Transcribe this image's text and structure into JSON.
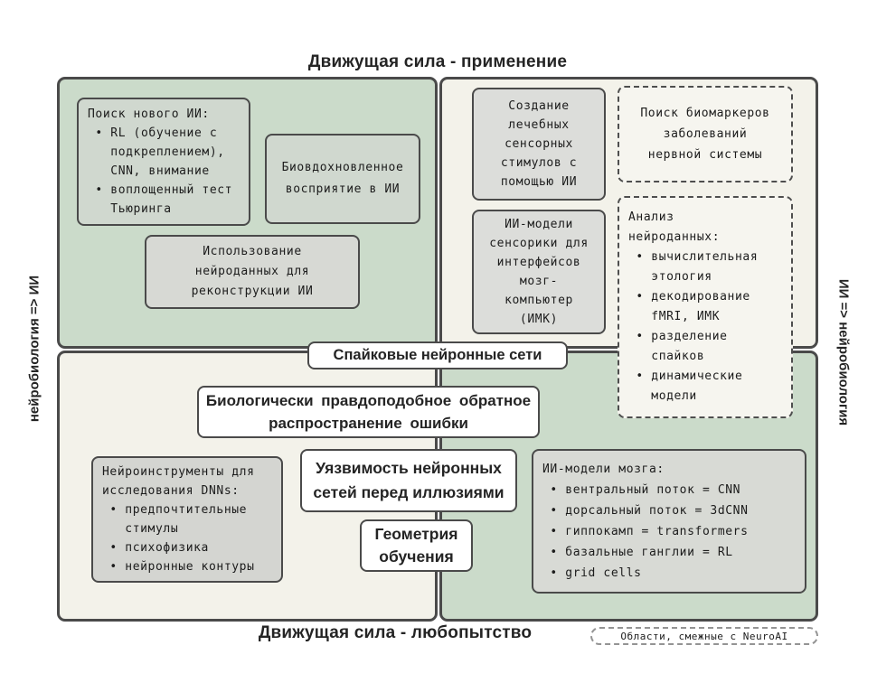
{
  "titles": {
    "top": "Движущая сила - применение",
    "bottom": "Движущая сила - любопытство",
    "left_axis": "нейробиология => ИИ",
    "right_axis": "ИИ => нейробиология"
  },
  "legend": {
    "label": "Области, смежные с NeuroAI"
  },
  "colors": {
    "quadrant_green": "#cbdbca",
    "quadrant_offwhite": "#f3f2ea",
    "box_green_gray": "#d0d8cf",
    "box_gray": "#dcddda",
    "dashed_fill": "#f6f5ef",
    "border_dark": "#4a4a4a",
    "legend_border": "#949494"
  },
  "boxes": {
    "search_new_ai": {
      "lines": [
        "Поиск нового ИИ:",
        " • RL (обучение с",
        "   подкреплением),",
        "   CNN, внимание",
        " • воплощенный тест",
        "   Тьюринга"
      ]
    },
    "bioinspired_perception": {
      "lines": [
        "Биовдохновленное",
        "восприятие в ИИ"
      ]
    },
    "neurodata_reconstruction": {
      "lines": [
        "Использование",
        "нейроданных для",
        "реконструкции ИИ"
      ]
    },
    "therapeutic_stimuli": {
      "lines": [
        "Создание",
        "лечебных",
        "сенсорных",
        "стимулов с",
        "помощью ИИ"
      ]
    },
    "disease_biomarkers": {
      "lines": [
        "Поиск биомаркеров",
        "заболеваний",
        "нервной системы"
      ]
    },
    "bci_sensory_models": {
      "lines": [
        "ИИ-модели",
        "сенсорики для",
        "интерфейсов",
        "мозг-",
        "компьютер",
        "(ИМК)"
      ]
    },
    "neurodata_analysis": {
      "lines": [
        "Анализ",
        "нейроданных:",
        " • вычислительная",
        "   этология",
        " • декодирование",
        "   fMRI, ИМК",
        " • разделение",
        "   спайков",
        " • динамические",
        "   модели"
      ]
    },
    "spiking_networks": {
      "lines": [
        "Спайковые нейронные сети"
      ]
    },
    "bio_backprop": {
      "lines": [
        "Биологически правдоподобное обратное",
        "распространение ошибки"
      ]
    },
    "neuro_tools": {
      "lines": [
        "Нейроинструменты для",
        "исследования DNNs:",
        " • предпочтительные",
        "   стимулы",
        " • психофизика",
        " • нейронные контуры"
      ]
    },
    "illusion_vulnerability": {
      "lines": [
        "Уязвимость нейронных",
        "сетей перед иллюзиями"
      ]
    },
    "learning_geometry": {
      "lines": [
        "Геометрия",
        "обучения"
      ]
    },
    "brain_ai_models": {
      "lines": [
        "ИИ-модели мозга:",
        " • вентральный поток = CNN",
        " • дорсальный поток = 3dCNN",
        " • гиппокамп = transformers",
        " • базальные ганглии = RL",
        " • grid cells"
      ]
    }
  }
}
